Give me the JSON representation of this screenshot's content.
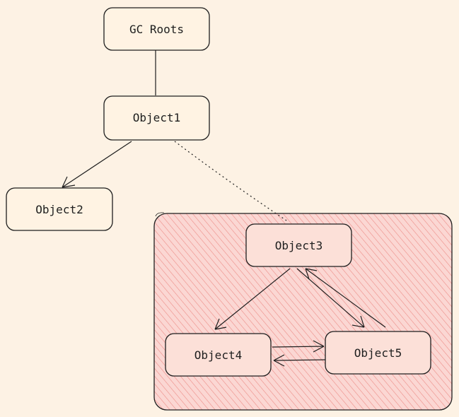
{
  "colors": {
    "background": "#fdf2e4",
    "node_fill": "#fff3e3",
    "stroke": "#1e1e1e",
    "region_fill": "#fbd7d3",
    "hatch": "#e8726d"
  },
  "nodes": {
    "gc_roots": "GC Roots",
    "object1": "Object1",
    "object2": "Object2",
    "object3": "Object3",
    "object4": "Object4",
    "object5": "Object5"
  },
  "edges": [
    {
      "from": "gc_roots",
      "to": "object1",
      "style": "solid",
      "arrow": false
    },
    {
      "from": "object1",
      "to": "object2",
      "style": "solid",
      "arrow": true
    },
    {
      "from": "object1",
      "to": "object3",
      "style": "dotted",
      "arrow": false
    },
    {
      "from": "object3",
      "to": "object4",
      "style": "solid",
      "arrow": true
    },
    {
      "from": "object3",
      "to": "object5",
      "style": "solid",
      "arrow": true
    },
    {
      "from": "object5",
      "to": "object3",
      "style": "solid",
      "arrow": true
    },
    {
      "from": "object4",
      "to": "object5",
      "style": "solid",
      "arrow": true
    },
    {
      "from": "object5",
      "to": "object4",
      "style": "solid",
      "arrow": true
    }
  ]
}
